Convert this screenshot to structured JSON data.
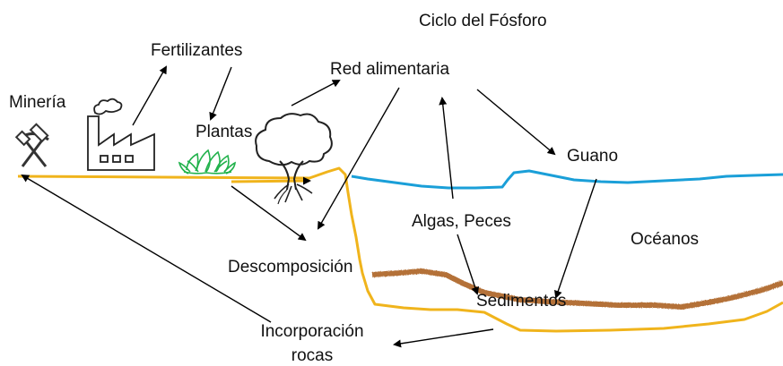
{
  "diagram": {
    "title": "Ciclo del Fósforo",
    "labels": {
      "mineria": "Minería",
      "fertilizantes": "Fertilizantes",
      "plantas": "Plantas",
      "red_alimentaria": "Red alimentaria",
      "guano": "Guano",
      "algas_peces": "Algas, Peces",
      "oceanos": "Océanos",
      "descomposicion": "Descomposición",
      "sedimentos": "Sedimentos",
      "incorporacion_line1": "Incorporación",
      "incorporacion_line2": "rocas"
    },
    "icons": [
      "pickaxe-hammer-icon",
      "factory-icon",
      "plant-leaves-icon",
      "tree-icon"
    ],
    "colors": {
      "land_line": "#f0b41c",
      "water_line": "#1a9fd8",
      "sediment_band": "#b06a2e",
      "arrow": "#000000",
      "plant": "#22b24c"
    }
  }
}
